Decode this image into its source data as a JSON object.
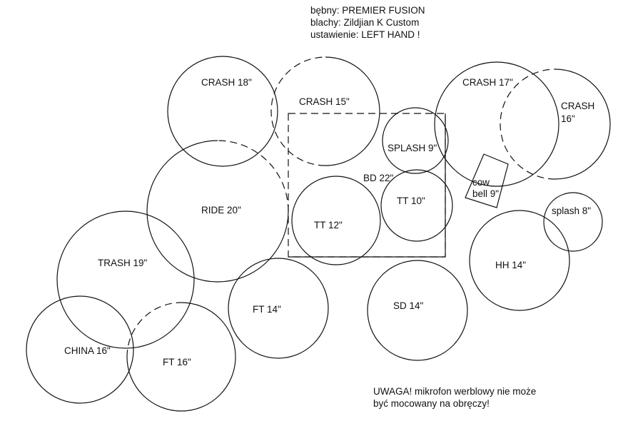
{
  "header": {
    "drums": "bębny: PREMIER FUSION",
    "cymbals": "blachy: Zildjian K Custom",
    "setup": "ustawienie: LEFT HAND !"
  },
  "note": {
    "line1": "UWAGA! mikrofon werblowy nie może",
    "line2": "być mocowany na obręczy!"
  },
  "labels": {
    "crash18": "CRASH 18\"",
    "crash15": "CRASH 15\"",
    "crash17": "CRASH 17\"",
    "crash16_l1": "CRASH",
    "crash16_l2": "16\"",
    "splash9": "SPLASH 9\"",
    "bd22": "BD 22\"",
    "tt10": "TT 10\"",
    "tt12": "TT 12\"",
    "ride20": "RIDE 20\"",
    "cowbell_l1": "cow",
    "cowbell_l2": "bell 9\"",
    "splash8": "splash 8\"",
    "hh14": "HH 14\"",
    "trash19": "TRASH 19\"",
    "ft14": "FT 14\"",
    "sd14": "SD 14\"",
    "china16": "CHINA 16\"",
    "ft16": "FT 16\""
  },
  "colors": {
    "stroke": "#111111",
    "background": "#ffffff"
  }
}
